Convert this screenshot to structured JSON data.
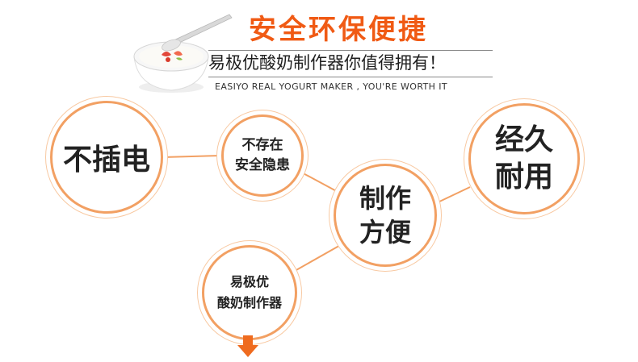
{
  "header": {
    "headline": "安全环保便捷",
    "subtitle": "易极优酸奶制作器你值得拥有！",
    "tagline": "EASIYO REAL YOGURT MAKER , YOU'RE WORTH IT"
  },
  "features": {
    "no_plug": "不插电",
    "safety": {
      "line1": "不存在",
      "line2": "安全隐患"
    },
    "easy": {
      "line1": "制作",
      "line2": "方便"
    },
    "durable": {
      "line1": "经久",
      "line2": "耐用"
    },
    "brand": {
      "line1": "易极优",
      "line2": "酸奶制作器"
    }
  },
  "colors": {
    "accent": "#f05a14",
    "circle_border": "#f2a063",
    "connector": "#f2a063",
    "arrow": "#ef6b1f",
    "text": "#222222"
  },
  "icons": {
    "yogurt_bowl": "yogurt-bowl-with-spoon",
    "down_arrow": "down-arrow-icon"
  }
}
